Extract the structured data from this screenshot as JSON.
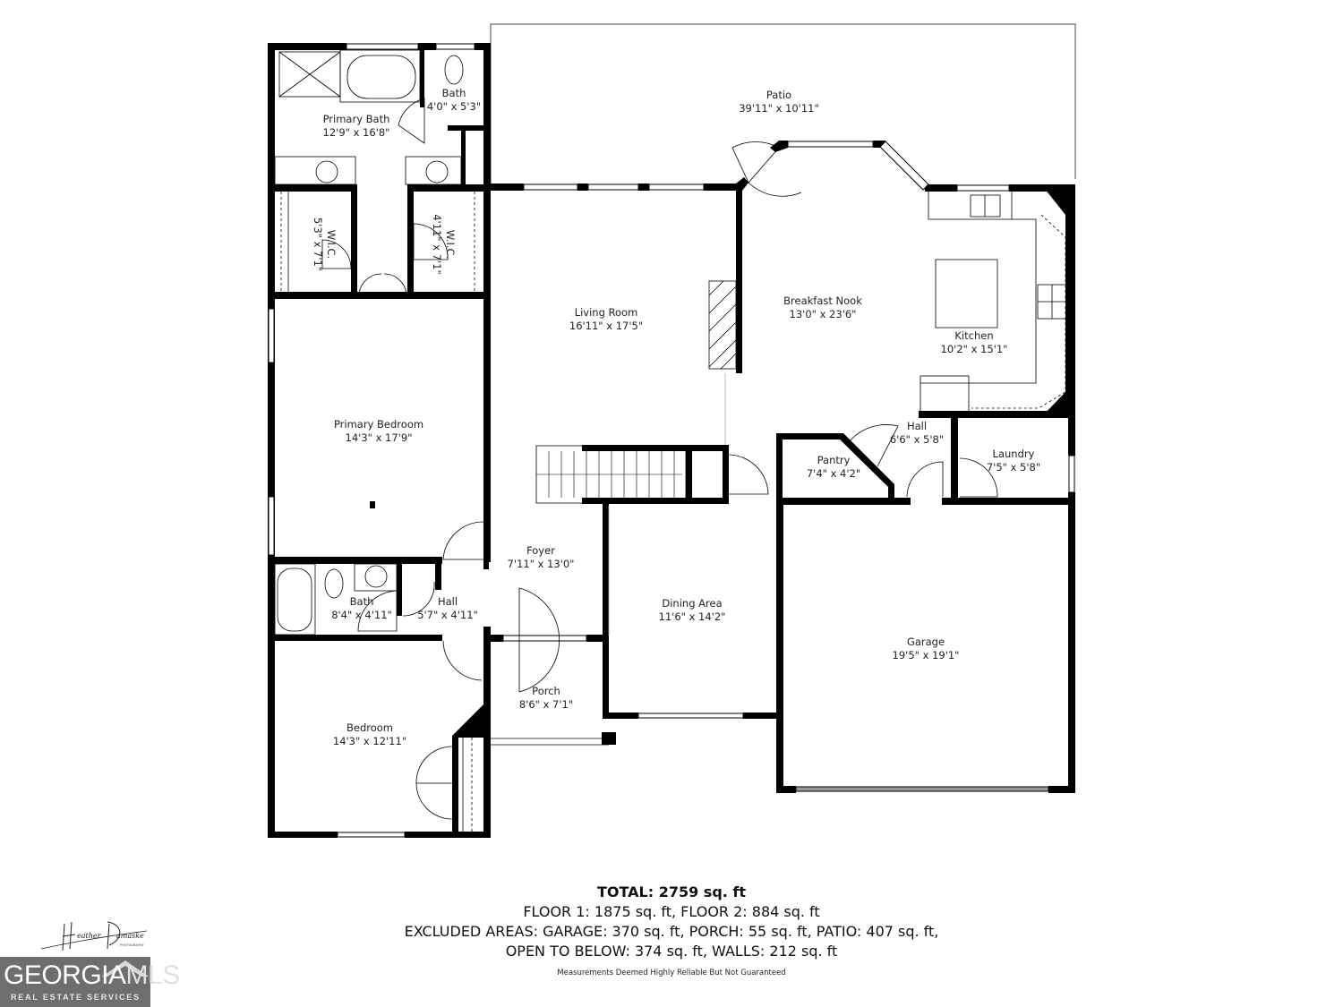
{
  "floorplan": {
    "rooms": [
      {
        "id": "patio",
        "name": "Patio",
        "dims": "39'11\" x 10'11\""
      },
      {
        "id": "primary-bath",
        "name": "Primary Bath",
        "dims": "12'9\" x 16'8\""
      },
      {
        "id": "bath-upper",
        "name": "Bath",
        "dims": "4'0\" x 5'3\""
      },
      {
        "id": "wic-left",
        "name": "W.I.C.",
        "dims": "5'3\" x 7'1\""
      },
      {
        "id": "wic-right",
        "name": "W.I.C.",
        "dims": "4'11\" x 7'1\""
      },
      {
        "id": "living-room",
        "name": "Living Room",
        "dims": "16'11\" x 17'5\""
      },
      {
        "id": "breakfast-nook",
        "name": "Breakfast Nook",
        "dims": "13'0\" x 23'6\""
      },
      {
        "id": "kitchen",
        "name": "Kitchen",
        "dims": "10'2\" x 15'1\""
      },
      {
        "id": "primary-bedroom",
        "name": "Primary Bedroom",
        "dims": "14'3\" x 17'9\""
      },
      {
        "id": "hall-kitchen",
        "name": "Hall",
        "dims": "6'6\" x 5'8\""
      },
      {
        "id": "pantry",
        "name": "Pantry",
        "dims": "7'4\" x 4'2\""
      },
      {
        "id": "laundry",
        "name": "Laundry",
        "dims": "7'5\" x 5'8\""
      },
      {
        "id": "foyer",
        "name": "Foyer",
        "dims": "7'11\" x 13'0\""
      },
      {
        "id": "bath-lower",
        "name": "Bath",
        "dims": "8'4\" x 4'11\""
      },
      {
        "id": "hall-lower",
        "name": "Hall",
        "dims": "5'7\" x 4'11\""
      },
      {
        "id": "dining-area",
        "name": "Dining Area",
        "dims": "11'6\" x 14'2\""
      },
      {
        "id": "garage",
        "name": "Garage",
        "dims": "19'5\" x 19'1\""
      },
      {
        "id": "porch",
        "name": "Porch",
        "dims": "8'6\" x 7'1\""
      },
      {
        "id": "bedroom",
        "name": "Bedroom",
        "dims": "14'3\" x 12'11\""
      }
    ]
  },
  "summary": {
    "total": "TOTAL: 2759 sq. ft",
    "floors": "FLOOR 1: 1875 sq. ft, FLOOR 2: 884 sq. ft",
    "excluded": "EXCLUDED AREAS: GARAGE: 370 sq. ft, PORCH: 55 sq. ft, PATIO: 407 sq. ft,",
    "excluded2": "OPEN TO BELOW: 374 sq. ft, WALLS: 212 sq. ft",
    "disclaimer": "Measurements Deemed Highly Reliable But Not Guaranteed"
  },
  "branding": {
    "photographer_signature": "Heather Damaske",
    "photographer_sub": "PHOTOGRAPHY",
    "mls_brand_a": "GEORGIA",
    "mls_brand_b": "MLS",
    "mls_sub": "REAL ESTATE SERVICES"
  },
  "colors": {
    "wall": "#000000",
    "background": "#ffffff",
    "mls_badge": "#6e6e6e"
  }
}
